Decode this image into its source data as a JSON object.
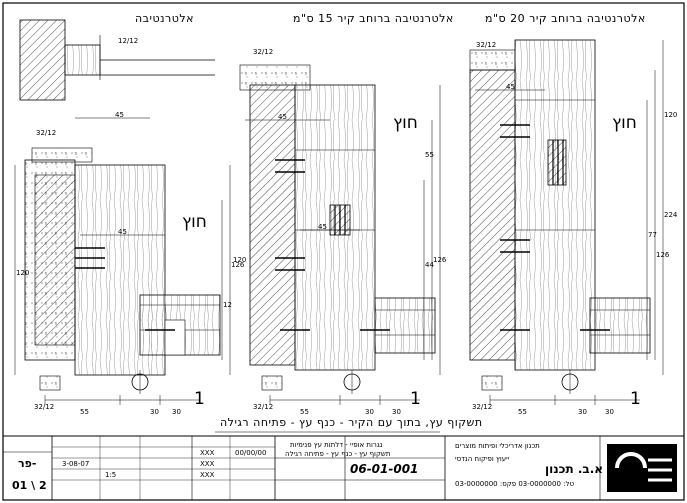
{
  "sections": [
    {
      "title": "אלטרנטיבה",
      "outside_label": "חוץ",
      "number": "1"
    },
    {
      "title": "אלטרנטיבה ברוחב קיר 15 ס\"מ",
      "outside_label": "חוץ",
      "number": "1"
    },
    {
      "title": "אלטרנטיבה ברוחב קיר 20 ס\"מ",
      "outside_label": "חוץ",
      "number": "1"
    }
  ],
  "drawing_caption": "תשקוף עץ, בתוך עם הקיר - כנף עץ - פתיחה רגילה",
  "dimensions": {
    "section1": [
      "12/12",
      "45",
      "32/12",
      "45",
      "120",
      "126",
      "12",
      "30",
      "55",
      "30",
      "32/12"
    ],
    "section2": [
      "32/12",
      "45",
      "45",
      "55",
      "120",
      "126",
      "44",
      "30",
      "55",
      "30",
      "32/12"
    ],
    "section3": [
      "32/12",
      "45",
      "120",
      "126",
      "224",
      "77",
      "30",
      "55",
      "30",
      "32/12"
    ]
  },
  "title_block": {
    "drawing_number": "06-01-001",
    "sheet_code": "פר-",
    "sheet_page": "01 \\ 2",
    "scale": "1:5",
    "dates": [
      "00/00/00",
      "3-08-07"
    ],
    "placeholders": [
      "XXX",
      "XXX",
      "XXX"
    ],
    "description_1": "נגרות אופיי - דלתות עץ פנימיות",
    "description_2": "תשקוף עץ - כנף עץ - פתיחה רגילה",
    "company_name": "א.ב. תכנון",
    "company_lines": [
      "תכנון אדריכלי ופיתוח מוצרים",
      "ייעוץ ופיקוח הנדסי",
      "טל: 03-0000000 פקס: 03-0000000"
    ]
  }
}
